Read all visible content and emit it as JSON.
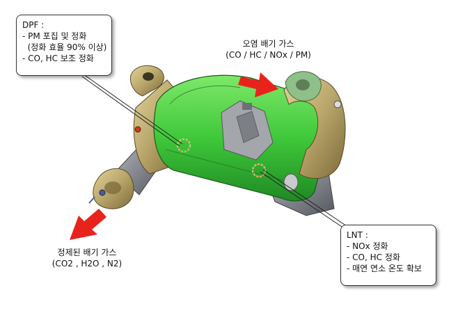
{
  "dpf_callout": {
    "title": "DPF :",
    "items": [
      "- PM 포집 및 정화",
      "  (정화 효율 90% 이상)",
      "- CO, HC 보조 정화"
    ]
  },
  "lnt_callout": {
    "title": "LNT :",
    "items": [
      "- NOx 정화",
      "- CO, HC 정화",
      "- 매연 연소 온도 확보"
    ]
  },
  "inlet_label": {
    "line1": "오염 배기 가스",
    "line2": "(CO / HC / NOx / PM)"
  },
  "outlet_label": {
    "line1": "정제된 배기 가스",
    "line2": "(CO2 , H2O , N2)"
  },
  "colors": {
    "green_body": "#3fd43a",
    "brass": "#b8a56a",
    "arrow_red": "#e8231c",
    "steel": "#7d8088"
  }
}
